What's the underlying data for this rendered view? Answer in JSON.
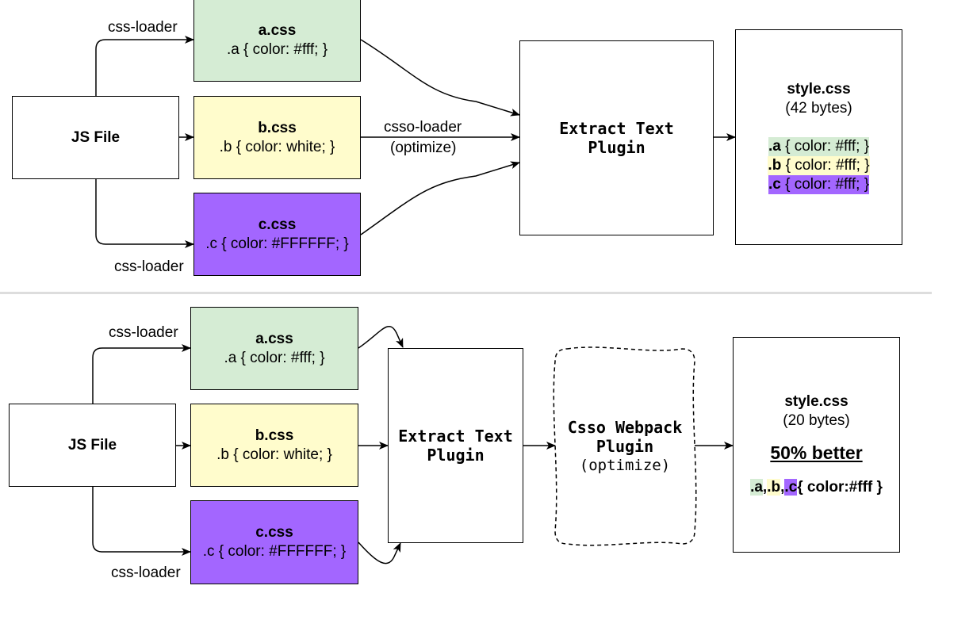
{
  "colors": {
    "a": "#d5ecd4",
    "b": "#fffccc",
    "c": "#a366ff"
  },
  "top": {
    "js_file": "JS File",
    "a_css": {
      "title": "a.css",
      "rule": ".a {  color: #fff; }"
    },
    "b_css": {
      "title": "b.css",
      "rule": ".b {  color: white; }"
    },
    "c_css": {
      "title": "c.css",
      "rule": ".c { color: #FFFFFF; }"
    },
    "loader_top": "css-loader",
    "loader_bottom": "css-loader",
    "csso_loader": "csso-loader",
    "csso_loader_sub": "(optimize)",
    "extract_plugin": {
      "line1": "Extract Text",
      "line2": "Plugin"
    },
    "output": {
      "title": "style.css",
      "size": "(42 bytes)",
      "lines": [
        {
          "sel": ".a",
          "rest": " {  color: #fff; }"
        },
        {
          "sel": ".b",
          "rest": " {  color: #fff; }"
        },
        {
          "sel": ".c",
          "rest": " {  color: #fff; }"
        }
      ]
    }
  },
  "bottom": {
    "js_file": "JS File",
    "a_css": {
      "title": "a.css",
      "rule": ".a {  color: #fff; }"
    },
    "b_css": {
      "title": "b.css",
      "rule": ".b {  color: white; }"
    },
    "c_css": {
      "title": "c.css",
      "rule": ".c { color: #FFFFFF; }"
    },
    "loader_top": "css-loader",
    "loader_bottom": "css-loader",
    "extract_plugin": {
      "line1": "Extract Text",
      "line2": "Plugin"
    },
    "csso_plugin": {
      "line1": "Csso Webpack",
      "line2": "Plugin",
      "line3": "(optimize)"
    },
    "output": {
      "title": "style.css",
      "size": "(20 bytes)",
      "headline": "50% better",
      "combo": {
        "a": ".a",
        "comma1": ",",
        "b": ".b",
        "comma2": ",",
        "c": ".c",
        "rest": "{ color:#fff }"
      }
    }
  }
}
